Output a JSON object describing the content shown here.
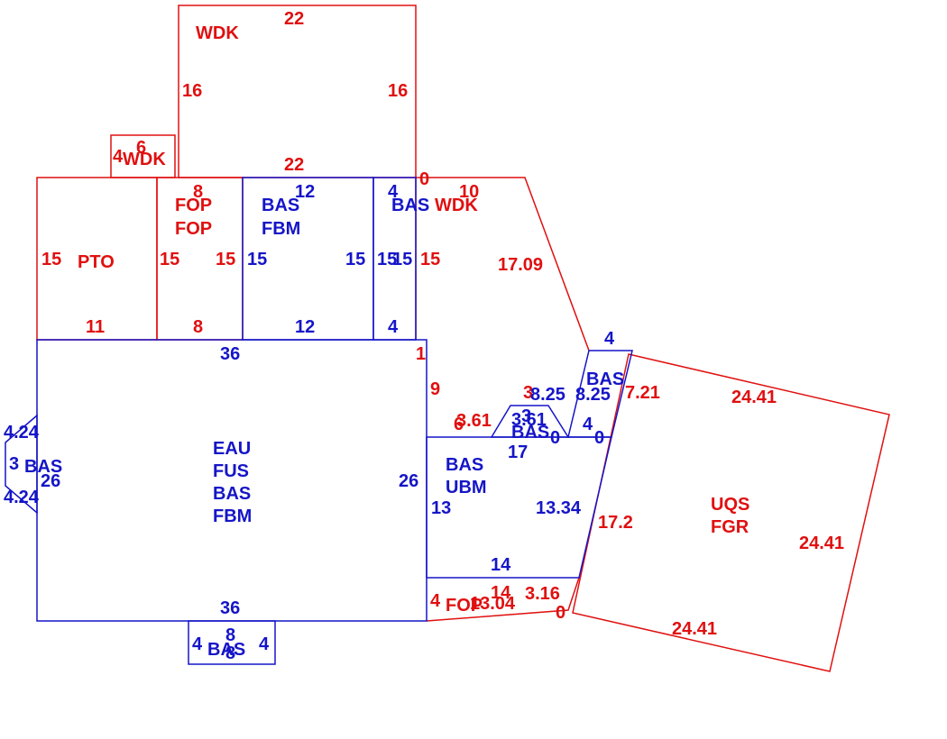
{
  "colors": {
    "red": "#e01010",
    "blue": "#1515c8",
    "background": "#ffffff"
  },
  "areas": {
    "wdk_top": "WDK",
    "wdk_small": "WDK",
    "pto": "PTO",
    "fop_a": "FOP",
    "fop_b": "FOP",
    "bas_fbm_bas": "BAS",
    "bas_fbm_fbm": "FBM",
    "bas_narrow": "BAS",
    "wdk_right": "WDK",
    "main_eau": "EAU",
    "main_fus": "FUS",
    "main_bas": "BAS",
    "main_fbm": "FBM",
    "left_bas": "BAS",
    "bottom_bas": "BAS",
    "ubm_bas": "BAS",
    "ubm_ubm": "UBM",
    "bas_tilted": "BAS",
    "bas_trap": "BAS",
    "fop_bottom": "FOP",
    "uqs": "UQS",
    "fgr": "FGR"
  },
  "dims": {
    "wdk_top_top": "22",
    "wdk_top_left": "16",
    "wdk_top_right": "16",
    "wdk_top_bottom": "22",
    "wdk_small_a": "4",
    "wdk_small_b": "6",
    "pto_left": "15",
    "pto_right": "15",
    "pto_bottom": "11",
    "fop_top": "8",
    "fop_right": "15",
    "fop_bottom": "8",
    "fbm_top": "12",
    "fbm_left": "15",
    "fbm_right": "15",
    "fbm_bottom": "12",
    "narrow_top": "4",
    "narrow_left": "15",
    "narrow_right": "15",
    "narrow_bottom": "4",
    "wdk_right_zero": "0",
    "wdk_right_top": "10",
    "wdk_right_left": "15",
    "wdk_right_diag": "17.09",
    "wdk_right_one": "1",
    "wdk_right_nine": "9",
    "main_top": "36",
    "main_right": "26",
    "main_bottom": "36",
    "left_bas_a": "4.24",
    "left_bas_b": "3",
    "left_bas_c": "26",
    "left_bas_d": "4.24",
    "bottom_bas_left": "4",
    "bottom_bas_top": "8",
    "bottom_bas_right": "4",
    "bottom_bas_bottom": "8",
    "ubm_left": "13",
    "ubm_right": "13.34",
    "ubm_bottom": "14",
    "ubm_top": "17",
    "red_361": "3.61",
    "red_6": "6",
    "red_3": "3",
    "blue_361": "3.61",
    "blue_3": "3",
    "blue_825a": "8.25",
    "blue_825b": "8.25",
    "blue_4_top": "4",
    "blue_4_mid": "4",
    "blue_0_a": "0",
    "blue_0_b": "0",
    "uqs_top": "24.41",
    "uqs_left_top": "7.21",
    "uqs_left": "17.2",
    "uqs_right": "24.41",
    "uqs_bottom": "24.41",
    "fop_bot_4": "4",
    "fop_bot_14": "14",
    "fop_bot_1304": "13.04",
    "fop_bot_316": "3.16",
    "fop_bot_0": "0"
  }
}
